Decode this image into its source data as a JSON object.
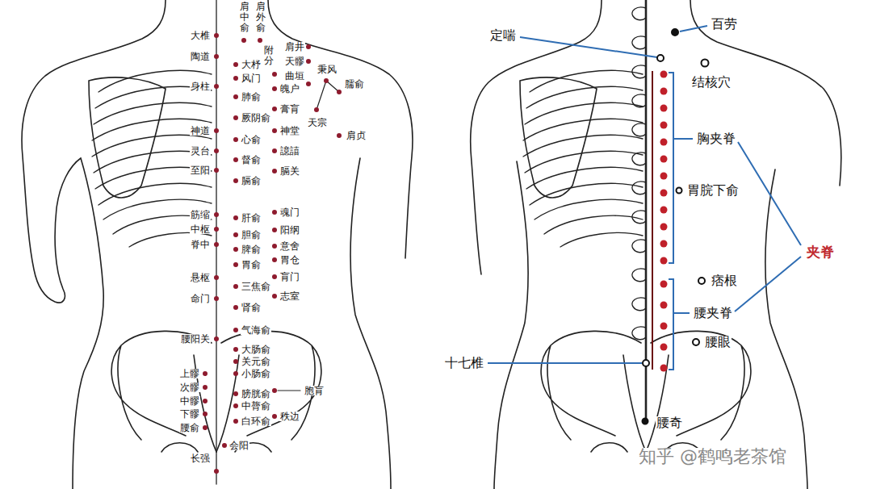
{
  "diagram": {
    "labels": [
      "大椎",
      "陶道",
      "身柱",
      "神道",
      "灵台",
      "至阳",
      "筋缩",
      "中枢",
      "脊中",
      "悬枢",
      "命门",
      "腰阳关",
      "上髎",
      "次髎",
      "中髎",
      "下髎",
      "腰俞",
      "长强",
      "肩中俞",
      "肩外俞",
      "附分",
      "肩井",
      "天髎",
      "曲垣",
      "秉风",
      "臑俞",
      "天宗",
      "肩贞",
      "大杼",
      "风门",
      "肺俞",
      "厥阴俞",
      "心俞",
      "督俞",
      "膈俞",
      "肝俞",
      "胆俞",
      "脾俞",
      "胃俞",
      "三焦俞",
      "肾俞",
      "气海俞",
      "大肠俞",
      "关元俞",
      "小肠俞",
      "膀胱俞",
      "中膂俞",
      "白环俞",
      "会阳",
      "魄户",
      "膏肓",
      "神堂",
      "譩譆",
      "膈关",
      "魂门",
      "阳纲",
      "意舍",
      "胃仓",
      "肓门",
      "志室",
      "胞肓",
      "秩边",
      "定喘",
      "百劳",
      "结核穴",
      "胸夹脊",
      "胃脘下俞",
      "夹脊",
      "痞根",
      "腰夹脊",
      "腰眼",
      "十七椎",
      "腰奇",
      "知乎 @鹤鸣老茶馆"
    ]
  }
}
